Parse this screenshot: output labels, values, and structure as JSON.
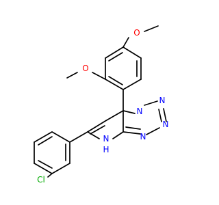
{
  "colors": {
    "background": "#ffffff",
    "bond": "#000000",
    "carbon": "#000000",
    "oxygen": "#ff0000",
    "nitrogen": "#0000ff",
    "chlorine": "#00aa00"
  },
  "atoms": {
    "oxygen_top": "O",
    "oxygen_left": "O",
    "nitrogen_ring_1": "N",
    "nitrogen_ring_2": "N",
    "nitrogen_ring_3": "N",
    "nitrogen_ring_4": "N",
    "nitrogen_h": "N",
    "hydrogen_nh": "H",
    "chlorine": "Cl"
  }
}
